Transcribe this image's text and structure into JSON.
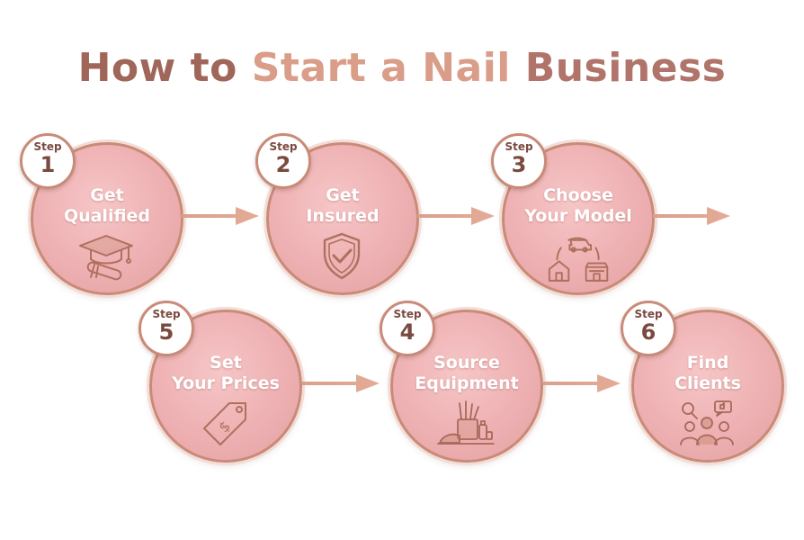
{
  "title": {
    "part1": "How to ",
    "part2": "Start a Nail",
    "part3": " Business"
  },
  "step_word": "Step",
  "steps": [
    {
      "number": "1",
      "line1": "Get",
      "line2": "Qualified",
      "icon": "graduation-cap-diploma-icon"
    },
    {
      "number": "2",
      "line1": "Get",
      "line2": "Insured",
      "icon": "shield-check-icon"
    },
    {
      "number": "3",
      "line1": "Choose",
      "line2": "Your Model",
      "icon": "home-car-shop-cycle-icon"
    },
    {
      "number": "5",
      "line1": "Set",
      "line2": "Your Prices",
      "icon": "price-tag-icon"
    },
    {
      "number": "4",
      "line1": "Source",
      "line2": "Equipment",
      "icon": "nail-tools-icon"
    },
    {
      "number": "6",
      "line1": "Find",
      "line2": "Clients",
      "icon": "people-search-icon"
    }
  ],
  "colors": {
    "circle": "#eeb0b2",
    "rose_gold": "#c98b78",
    "title_dark": "#a06659",
    "title_light": "#d99d89",
    "badge_text": "#7a4a3f"
  }
}
